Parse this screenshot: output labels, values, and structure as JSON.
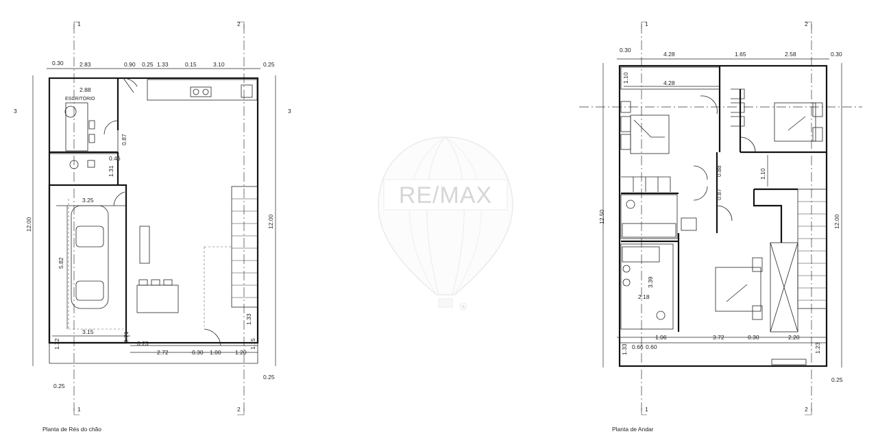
{
  "plans": [
    {
      "title": "Planta de Rés do chão",
      "axes": [
        "1",
        "2",
        "3"
      ],
      "rooms": [
        "ESCRITÓRIO"
      ],
      "dims": {
        "top": [
          "0.30",
          "2.83",
          "0.90",
          "0.25",
          "1.33",
          "0.15",
          "3.10",
          "0.25"
        ],
        "office_w": "2.88",
        "door_a": "0.87",
        "wc_a": "0.46",
        "wc_b": "1.31",
        "garage_w": "3.25",
        "garage_d": "5.82",
        "bottom_inner": "3.15",
        "small_a": "0.71",
        "small_b": "0.23",
        "terrace": [
          "2.72",
          "0.30",
          "1.00",
          "1.20"
        ],
        "right_a": "1.33",
        "right_b": "1.15",
        "left_h": "12.00",
        "right_h": "12.00",
        "left_bottom": "1.32",
        "corner_bl": "0.25",
        "corner_br": "0.25"
      }
    },
    {
      "title": "Planta de Andar",
      "axes": [
        "1",
        "2"
      ],
      "dims": {
        "top": [
          "0.30",
          "4.28",
          "1.65",
          "2.58",
          "0.30"
        ],
        "inner_top": "4.28",
        "left_small": "1.10",
        "door_a": "0.88",
        "door_b": "0.87",
        "stair": "1.10",
        "bath_h": "3.39",
        "bath_w": "2.18",
        "bottom": [
          "1.06",
          "3.72",
          "0.30",
          "2.20"
        ],
        "bottom_left": [
          "0.66",
          "0.60"
        ],
        "left_bottom": "1.33",
        "right_bottom": "1.23",
        "left_h": "12.50",
        "right_h": "12.00",
        "corner_br": "0.25"
      }
    }
  ],
  "watermark": {
    "brand": "RE/MAX",
    "mark": "®"
  }
}
